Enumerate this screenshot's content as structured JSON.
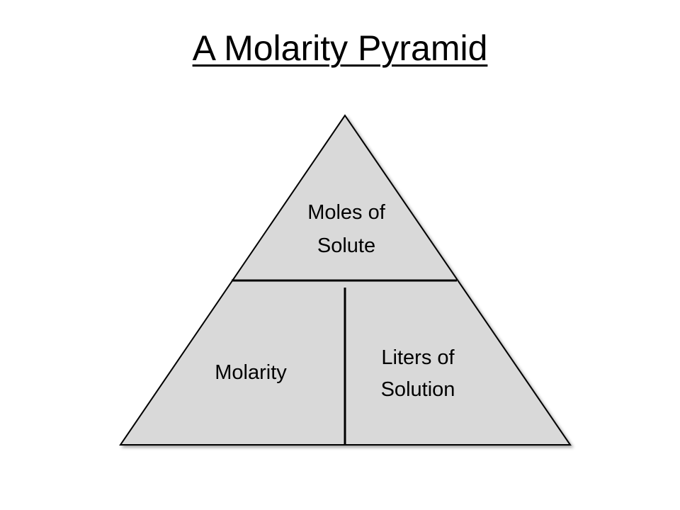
{
  "title": "A Molarity Pyramid",
  "colors": {
    "fill": "#d9d9d9",
    "stroke": "#000000",
    "text": "#000000",
    "background": "#ffffff"
  },
  "pyramid": {
    "top": {
      "line1": "Moles of",
      "line2": "Solute"
    },
    "bottom_left": {
      "line1": "Molarity"
    },
    "bottom_right": {
      "line1": "Liters of",
      "line2": "Solution"
    }
  }
}
